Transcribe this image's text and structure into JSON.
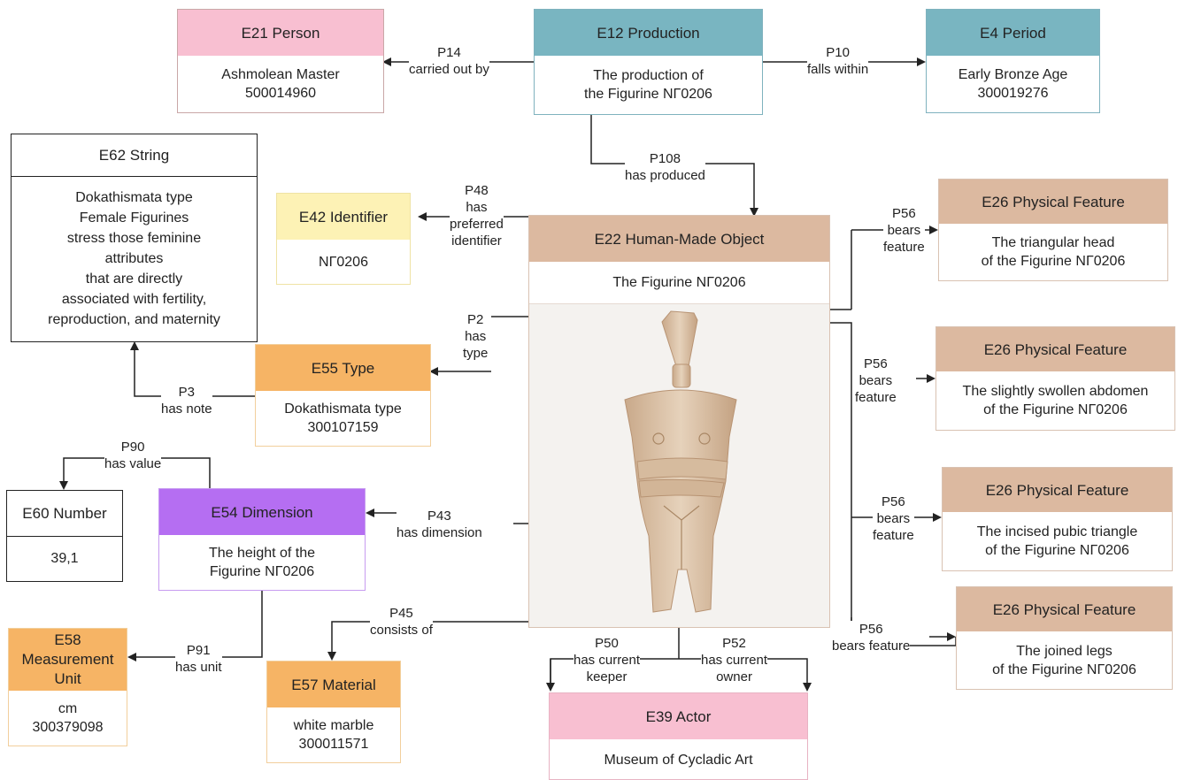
{
  "nodes": {
    "person": {
      "type": "E21 Person",
      "lines": [
        "Ashmolean Master",
        "500014960"
      ]
    },
    "production": {
      "type": "E12 Production",
      "lines": [
        "The production of",
        "the Figurine ΝΓ0206"
      ]
    },
    "period": {
      "type": "E4 Period",
      "lines": [
        "Early Bronze Age",
        "300019276"
      ]
    },
    "string": {
      "type": "E62 String",
      "lines": [
        "Dokathismata type",
        "Female Figurines",
        "stress those feminine",
        "attributes",
        "that are directly",
        "associated with fertility,",
        "reproduction, and maternity"
      ]
    },
    "identifier": {
      "type": "E42 Identifier",
      "lines": [
        "ΝΓ0206"
      ]
    },
    "object": {
      "type": "E22 Human-Made Object",
      "lines": [
        "The Figurine ΝΓ0206"
      ]
    },
    "etype": {
      "type": "E55 Type",
      "lines": [
        "Dokathismata type",
        "300107159"
      ]
    },
    "number": {
      "type": "E60 Number",
      "lines": [
        "39,1"
      ]
    },
    "dimension": {
      "type": "E54 Dimension",
      "lines": [
        "The height of the",
        "Figurine ΝΓ0206"
      ]
    },
    "unit": {
      "type_lines": [
        "E58",
        "Measurement",
        "Unit"
      ],
      "lines": [
        "cm",
        "300379098"
      ]
    },
    "material": {
      "type": "E57 Material",
      "lines": [
        "white marble",
        "300011571"
      ]
    },
    "actor": {
      "type": "E39 Actor",
      "lines": [
        "Museum of Cycladic Art"
      ]
    },
    "feature1": {
      "type": "E26 Physical Feature",
      "lines": [
        "The triangular head",
        "of the Figurine ΝΓ0206"
      ]
    },
    "feature2": {
      "type": "E26 Physical Feature",
      "lines": [
        "The slightly swollen abdomen",
        "of the Figurine ΝΓ0206"
      ]
    },
    "feature3": {
      "type": "E26 Physical Feature",
      "lines": [
        "The incised pubic triangle",
        "of the Figurine ΝΓ0206"
      ]
    },
    "feature4": {
      "type": "E26 Physical Feature",
      "lines": [
        "The joined legs",
        "of the Figurine ΝΓ0206"
      ]
    }
  },
  "edges": {
    "p14": [
      "P14",
      "carried out by"
    ],
    "p10": [
      "P10",
      "falls within"
    ],
    "p108": [
      "P108",
      "has produced"
    ],
    "p48": [
      "P48",
      "has",
      "preferred",
      "identifier"
    ],
    "p2": [
      "P2",
      "has",
      "type"
    ],
    "p3": [
      "P3",
      "has note"
    ],
    "p90": [
      "P90",
      "has value"
    ],
    "p43": [
      "P43",
      "has dimension"
    ],
    "p45": [
      "P45",
      "consists of"
    ],
    "p91": [
      "P91",
      "has unit"
    ],
    "p50": [
      "P50",
      "has current",
      "keeper"
    ],
    "p52": [
      "P52",
      "has current",
      "owner"
    ],
    "p56a": [
      "P56",
      "bears",
      "feature"
    ],
    "p56b": [
      "P56",
      "bears",
      "feature"
    ],
    "p56c": [
      "P56",
      "bears",
      "feature"
    ],
    "p56d": [
      "P56",
      "bears feature"
    ]
  },
  "colors": {
    "pink": "#f8bfd1",
    "teal": "#79b5c1",
    "tan": "#dcb9a0",
    "yellow": "#fdf2b5",
    "orange": "#f6b465",
    "purple": "#b56ef2",
    "line": "#222222"
  },
  "figurine_image": "marble-figurine-photo"
}
